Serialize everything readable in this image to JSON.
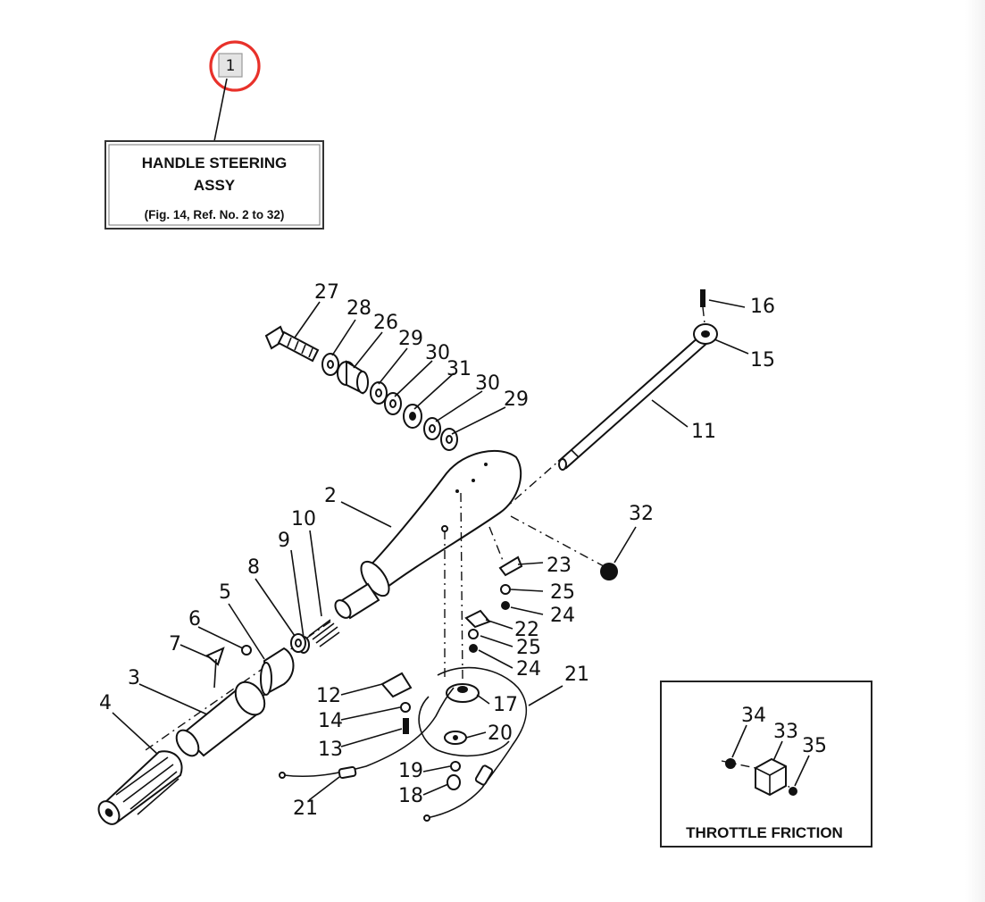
{
  "callout_number": "1",
  "assembly_box": {
    "line1": "HANDLE STEERING",
    "line2": "ASSY",
    "line3": "(Fig. 14, Ref. No. 2 to 32)"
  },
  "inset_box": {
    "title": "THROTTLE FRICTION"
  },
  "highlight_color": "#e8312a",
  "parts": {
    "p2": "2",
    "p3": "3",
    "p4": "4",
    "p5": "5",
    "p6": "6",
    "p7": "7",
    "p8": "8",
    "p9": "9",
    "p10": "10",
    "p11": "11",
    "p12": "12",
    "p13": "13",
    "p14": "14",
    "p15": "15",
    "p16": "16",
    "p17": "17",
    "p18": "18",
    "p19": "19",
    "p20": "20",
    "p21": "21",
    "p22": "22",
    "p23": "23",
    "p24": "24",
    "p25": "25",
    "p26": "26",
    "p27": "27",
    "p28": "28",
    "p29": "29",
    "p30": "30",
    "p31": "31",
    "p32": "32",
    "p33": "33",
    "p34": "34",
    "p35": "35"
  }
}
